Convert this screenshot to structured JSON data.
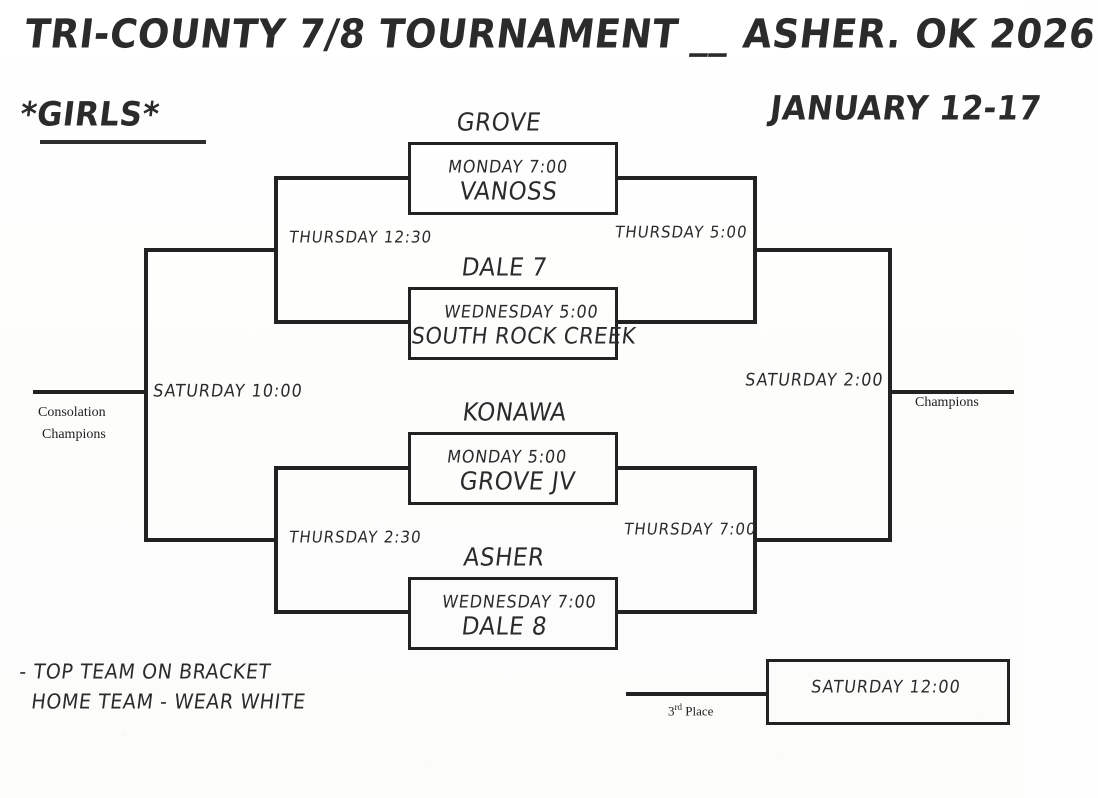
{
  "header": {
    "title": "TRI-COUNTY 7/8 TOURNAMENT __ ASHER. OK 2026",
    "division": "*GIRLS*",
    "dates": "JANUARY 12-17"
  },
  "games": [
    {
      "id": "game-1",
      "top_team": "GROVE",
      "time": "MONDAY 7:00",
      "bottom_team": "VANOSS"
    },
    {
      "id": "game-2",
      "top_team": "DALE 7",
      "time": "WEDNESDAY 5:00",
      "bottom_team": "SOUTH ROCK CREEK"
    },
    {
      "id": "game-3",
      "top_team": "KONAWA",
      "time": "MONDAY 5:00",
      "bottom_team": "GROVE JV"
    },
    {
      "id": "game-4",
      "top_team": "ASHER",
      "time": "WEDNESDAY 7:00",
      "bottom_team": "DALE 8"
    }
  ],
  "rounds": {
    "losers_upper": "THURSDAY 12:30",
    "winners_upper": "THURSDAY 5:00",
    "losers_lower": "THURSDAY 2:30",
    "winners_lower": "THURSDAY 7:00",
    "consolation_final": "SATURDAY 10:00",
    "championship_final": "SATURDAY 2:00",
    "third_place_time": "SATURDAY 12:00"
  },
  "outcomes": {
    "consolation_champions": "Consolation\nChampions",
    "consolation_champions_line1": "Consolation",
    "consolation_champions_line2": "Champions",
    "champions": "Champions",
    "third_place": "3rd Place",
    "third_place_ordinal_num": "3",
    "third_place_ordinal_sup": "rd",
    "third_place_word": "Place"
  },
  "notes": {
    "line1": "- TOP TEAM ON BRACKET",
    "line2": "HOME TEAM - WEAR WHITE"
  },
  "colors": {
    "ink": "#2b2b2b",
    "line": "#222222",
    "paper": "#fdfdfd"
  }
}
